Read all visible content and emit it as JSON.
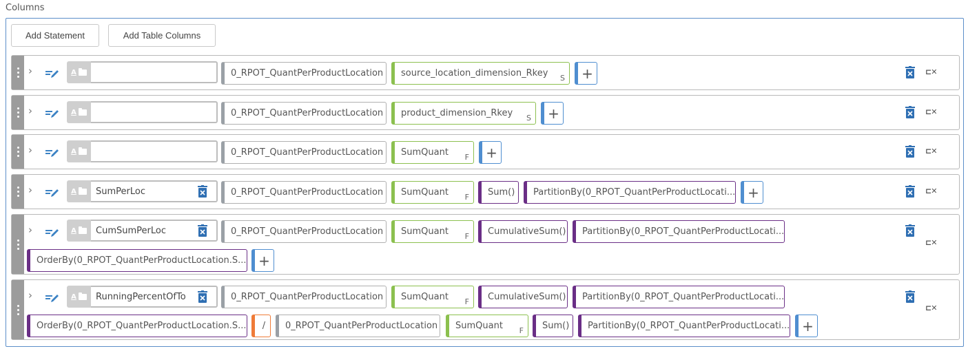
{
  "section": {
    "label": "Columns"
  },
  "toolbar": {
    "add_statement": "Add Statement",
    "add_table_columns": "Add Table Columns"
  },
  "colors": {
    "panel_border": "#5b8ec9",
    "green": "#8cc04f",
    "purple": "#6a2e86",
    "orange": "#ef7b38",
    "blue": "#4f8ed0"
  },
  "rows": [
    {
      "name": "",
      "source": "0_RPOT_QuantPerProductLocation",
      "field": "source_location_dimension_Rkey",
      "field_type": "S"
    },
    {
      "name": "",
      "source": "0_RPOT_QuantPerProductLocation",
      "field": "product_dimension_Rkey",
      "field_type": "S"
    },
    {
      "name": "",
      "source": "0_RPOT_QuantPerProductLocation",
      "field": "SumQuant",
      "field_type": "F"
    },
    {
      "name": "SumPerLoc",
      "source": "0_RPOT_QuantPerProductLocation",
      "field": "SumQuant",
      "field_type": "F",
      "func": "Sum()",
      "partition": "PartitionBy(0_RPOT_QuantPerProductLocati..."
    },
    {
      "name": "CumSumPerLoc",
      "source": "0_RPOT_QuantPerProductLocation",
      "field": "SumQuant",
      "field_type": "F",
      "func": "CumulativeSum()",
      "partition": "PartitionBy(0_RPOT_QuantPerProductLocati...",
      "order": "OrderBy(0_RPOT_QuantPerProductLocation.S..."
    },
    {
      "name": "RunningPercentOfTo",
      "source": "0_RPOT_QuantPerProductLocation",
      "field": "SumQuant",
      "field_type": "F",
      "func": "CumulativeSum()",
      "partition": "PartitionBy(0_RPOT_QuantPerProductLocati...",
      "order": "OrderBy(0_RPOT_QuantPerProductLocation.S...",
      "operator": "/",
      "source2": "0_RPOT_QuantPerProductLocation",
      "field2": "SumQuant",
      "field2_type": "F",
      "func2": "Sum()",
      "partition2": "PartitionBy(0_RPOT_QuantPerProductLocati..."
    },
    {}
  ],
  "icons": {
    "plus": "+",
    "clear": "⊏✕"
  }
}
